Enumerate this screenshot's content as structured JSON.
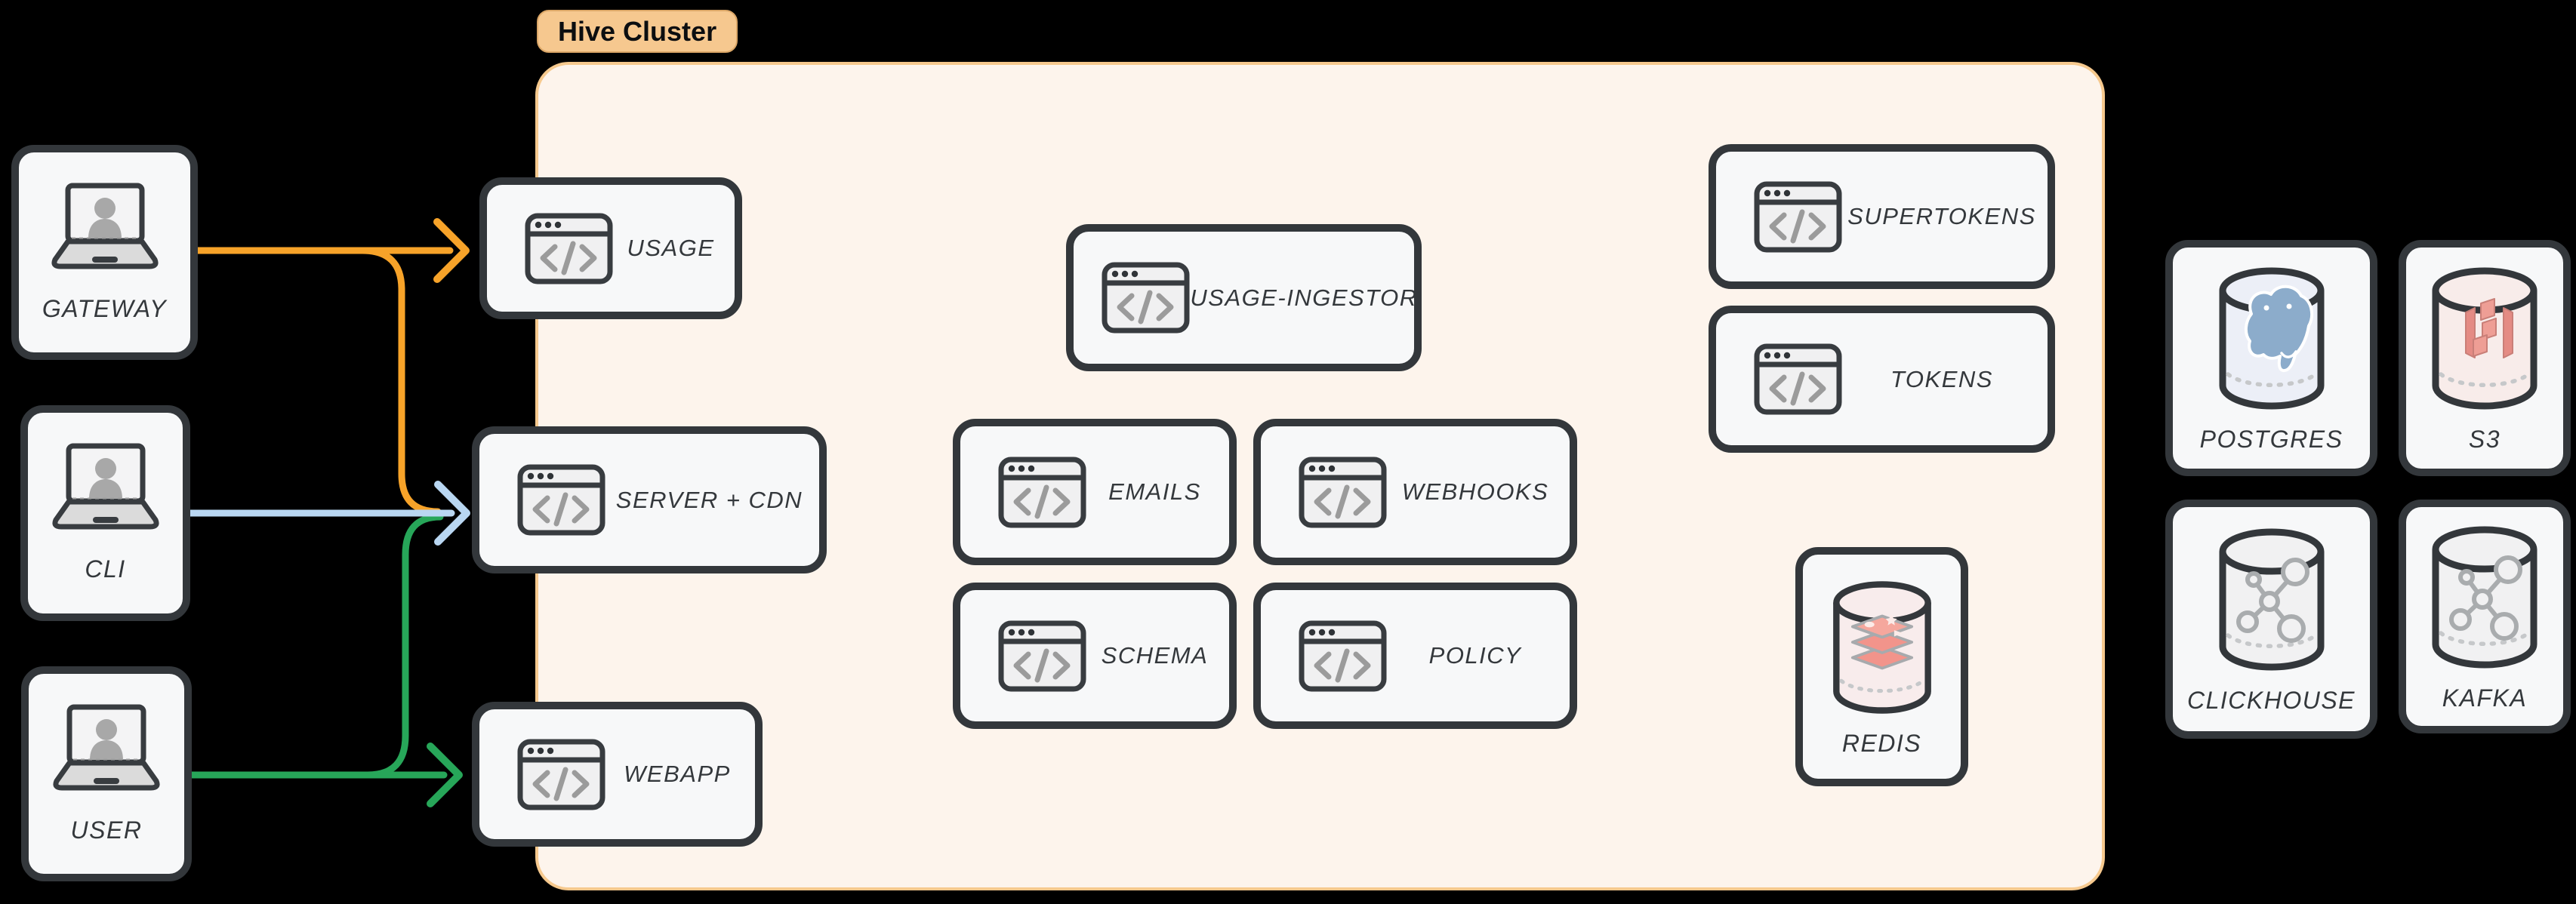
{
  "cluster": {
    "label": "Hive Cluster"
  },
  "clients": [
    {
      "id": "gateway",
      "label": "GATEWAY"
    },
    {
      "id": "cli",
      "label": "CLI"
    },
    {
      "id": "user",
      "label": "USER"
    }
  ],
  "services": [
    {
      "id": "usage",
      "label": "USAGE"
    },
    {
      "id": "server-cdn",
      "label": "SERVER + CDN"
    },
    {
      "id": "webapp",
      "label": "WEBAPP"
    },
    {
      "id": "usage-ingestor",
      "label": "USAGE-INGESTOR"
    },
    {
      "id": "emails",
      "label": "EMAILS"
    },
    {
      "id": "webhooks",
      "label": "WEBHOOKS"
    },
    {
      "id": "schema",
      "label": "SCHEMA"
    },
    {
      "id": "policy",
      "label": "POLICY"
    },
    {
      "id": "supertokens",
      "label": "SUPERTOKENS"
    },
    {
      "id": "tokens",
      "label": "TOKENS"
    }
  ],
  "datastores": [
    {
      "id": "redis",
      "label": "REDIS"
    },
    {
      "id": "postgres",
      "label": "POSTGRES"
    },
    {
      "id": "s3",
      "label": "S3"
    },
    {
      "id": "clickhouse",
      "label": "CLICKHOUSE"
    },
    {
      "id": "kafka",
      "label": "KAFKA"
    }
  ],
  "edges": [
    {
      "from": "GATEWAY",
      "to": "USAGE",
      "color_name": "orange"
    },
    {
      "from": "GATEWAY",
      "to": "SERVER + CDN",
      "color_name": "orange"
    },
    {
      "from": "CLI",
      "to": "SERVER + CDN",
      "color_name": "blue"
    },
    {
      "from": "USER",
      "to": "WEBAPP",
      "color_name": "green"
    },
    {
      "from": "USER",
      "to": "SERVER + CDN",
      "color_name": "green"
    }
  ],
  "colors": {
    "orange": "#F7A329",
    "blue": "#B9D7F2",
    "green": "#27A659",
    "cluster_bg": "#FDF4EC",
    "cluster_border": "#F6C98E",
    "chip_bg": "#F6C88F",
    "node_bg": "#F7F8F9",
    "node_border": "#33373B",
    "label_text": "#34383C",
    "canvas_bg": "#000000"
  }
}
